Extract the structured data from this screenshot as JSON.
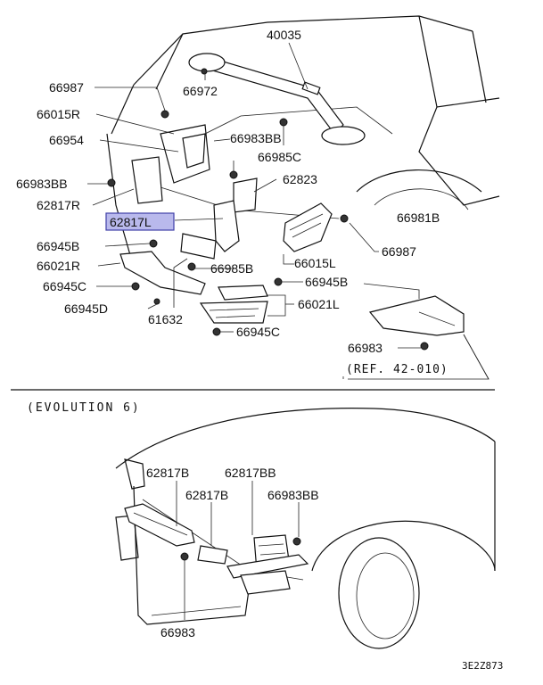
{
  "labels": {
    "p40035": "40035",
    "p66987_top": "66987",
    "p66972": "66972",
    "p66015R": "66015R",
    "p66954": "66954",
    "p66983BB_a": "66983BB",
    "p66985C": "66985C",
    "p66983BB_b": "66983BB",
    "p62823": "62823",
    "p62817R": "62817R",
    "p62817L": "62817L",
    "p66981B": "66981B",
    "p66945B_a": "66945B",
    "p66987_right": "66987",
    "p66021R": "66021R",
    "p66985B": "66985B",
    "p66015L": "66015L",
    "p66945C_a": "66945C",
    "p66945B_b": "66945B",
    "p66945D": "66945D",
    "p66021L": "66021L",
    "p61632": "61632",
    "p66945C_b": "66945C",
    "p66983_a": "66983",
    "ref": "(REF. 42-010)"
  },
  "evolution": {
    "heading": "(EVOLUTION 6)",
    "p62817B_a": "62817B",
    "p62817BB": "62817BB",
    "p62817B_b": "62817B",
    "p66983BB": "66983BB",
    "p66983": "66983"
  },
  "diagram_code": "3E2Z873",
  "colors": {
    "highlight": "#b9b9ec",
    "highlight_border": "#3f3fa8",
    "ink": "#111111"
  }
}
